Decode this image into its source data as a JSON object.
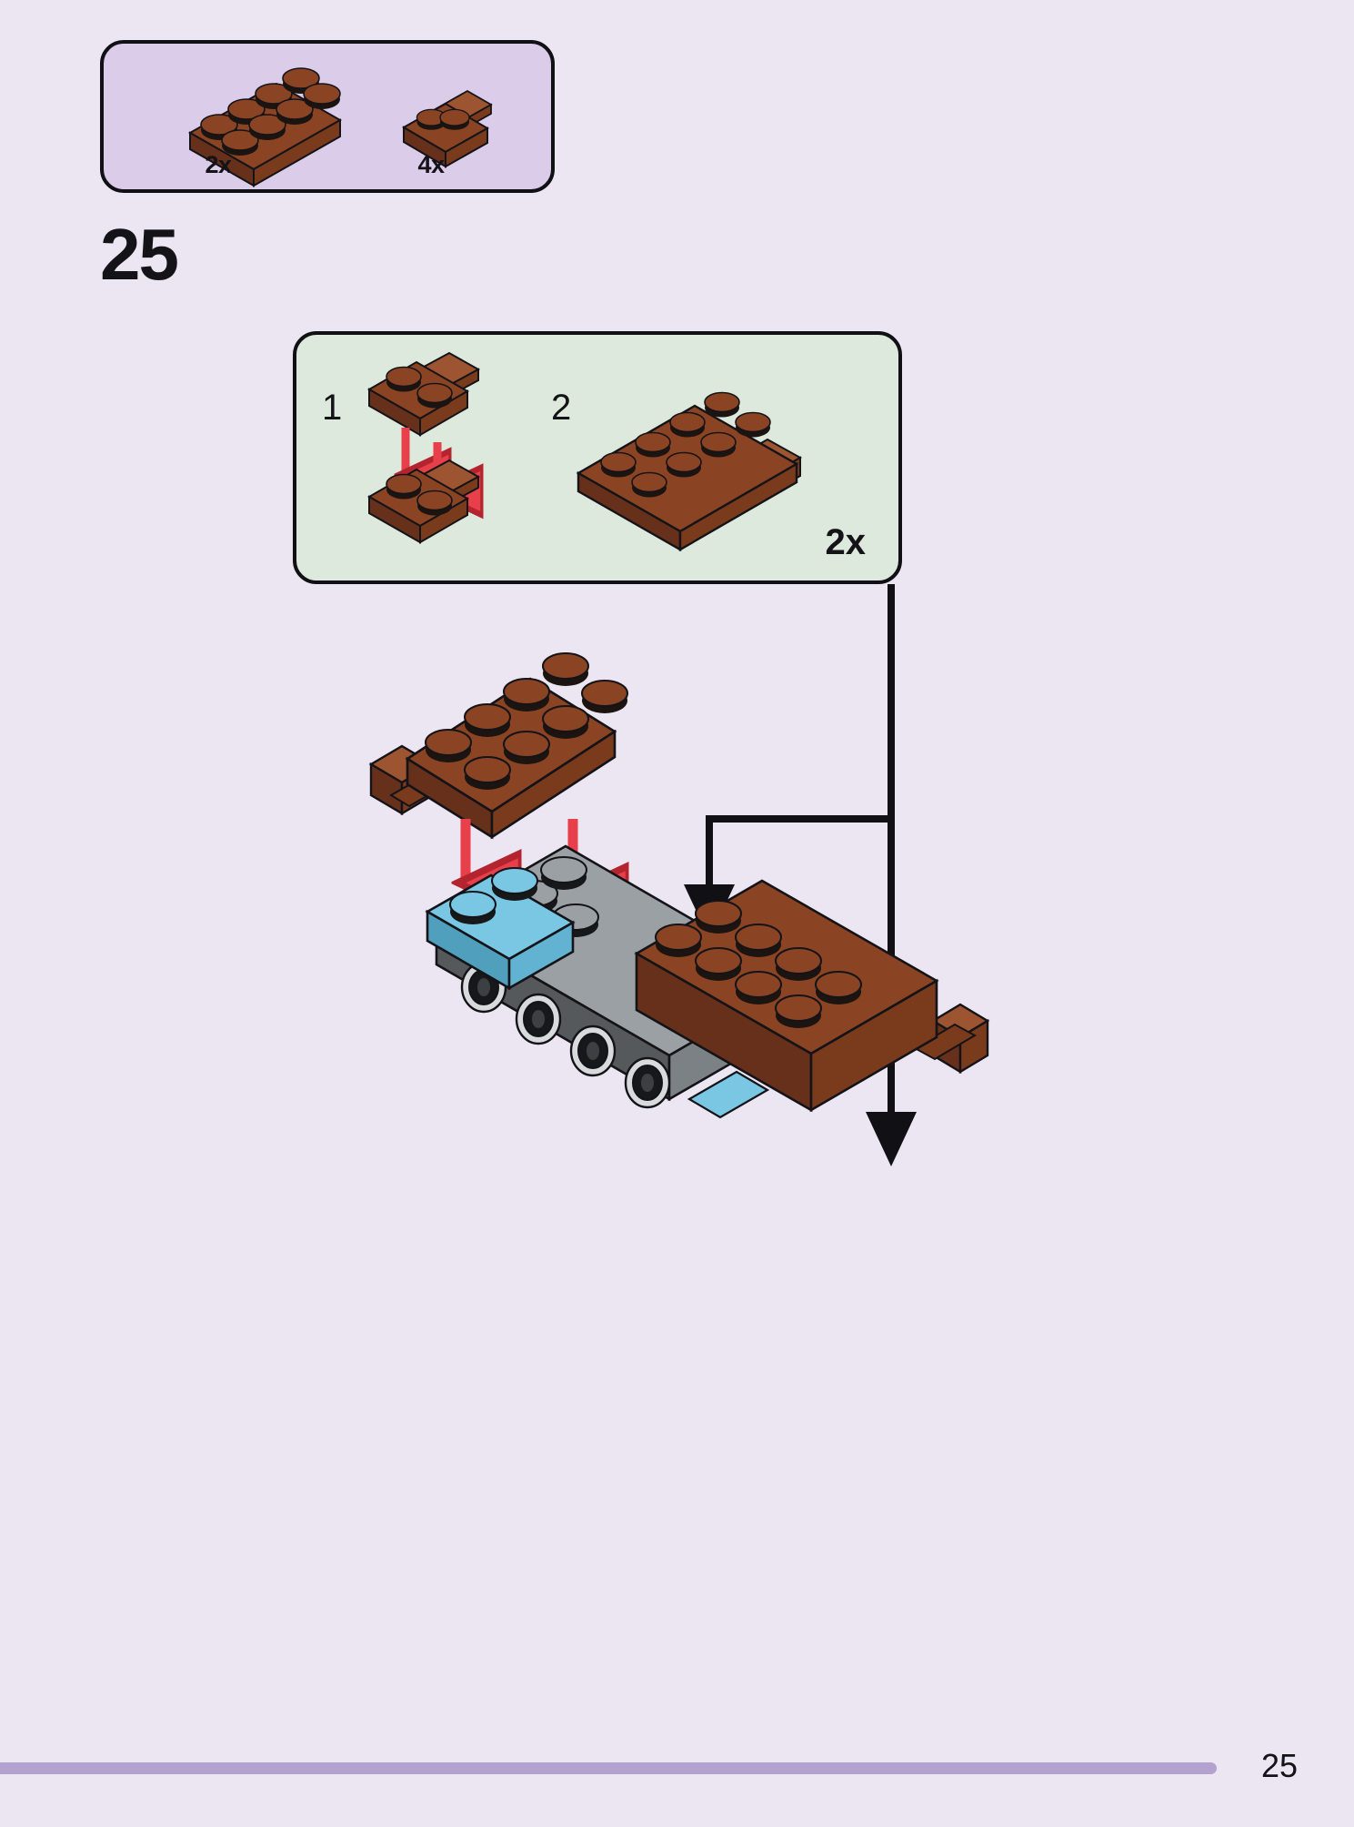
{
  "page": {
    "step_number": "25",
    "page_number": "25",
    "background_color": "#ece5f2",
    "footer_rule_color": "#b3a1d0"
  },
  "parts_box": {
    "fill_color": "#dbcde9",
    "border_color": "#111015",
    "parts": [
      {
        "name": "plate-2x4-brown",
        "count_label": "2x",
        "color": "#8a4423",
        "description": "brown 2x4 plate"
      },
      {
        "name": "plate-1x2-with-rail-brown",
        "count_label": "4x",
        "color": "#8a4423",
        "description": "brown 1x2 plate with side bar"
      }
    ]
  },
  "substep_box": {
    "fill_color": "#dde9dd",
    "border_color": "#111015",
    "quantity_label": "2x",
    "substeps": [
      {
        "name": "substep-1",
        "label": "1",
        "description": "stack two brown 1x2 plates with side rail"
      },
      {
        "name": "substep-2",
        "label": "2",
        "description": "brown 2x4 plate with rail sub-assembly result"
      }
    ]
  },
  "main_assembly": {
    "floating_part": {
      "name": "plate-2x4-with-rail-brown",
      "color": "#8a4423",
      "studs": 8
    },
    "base_assembly": {
      "description": "light blue plates, dark grey bricks with round holes, brown 2x4 plate",
      "colors": {
        "light_blue": "#79c7e3",
        "grey": "#9aa0a3",
        "dark_grey": "#55595c",
        "brown": "#8a4423"
      }
    },
    "arrows": {
      "placement_arrow_color": "#e8404a",
      "flow_arrow_color": "#111015",
      "placement_arrow_count": 2,
      "flow_arrow_count": 2
    }
  },
  "colors": {
    "brick_brown": "#8a4423",
    "brick_brown_dark": "#67301a",
    "brick_brown_light": "#9c5530",
    "stud_top": "#8a4423",
    "stud_shadow": "#1c1410",
    "outline": "#141318",
    "light_blue": "#79c7e3",
    "light_blue_dark": "#4f9fbd",
    "grey": "#9aa0a3",
    "grey_dark": "#6e7477",
    "red_arrow": "#e8404a",
    "red_arrow_dark": "#b3242e"
  }
}
